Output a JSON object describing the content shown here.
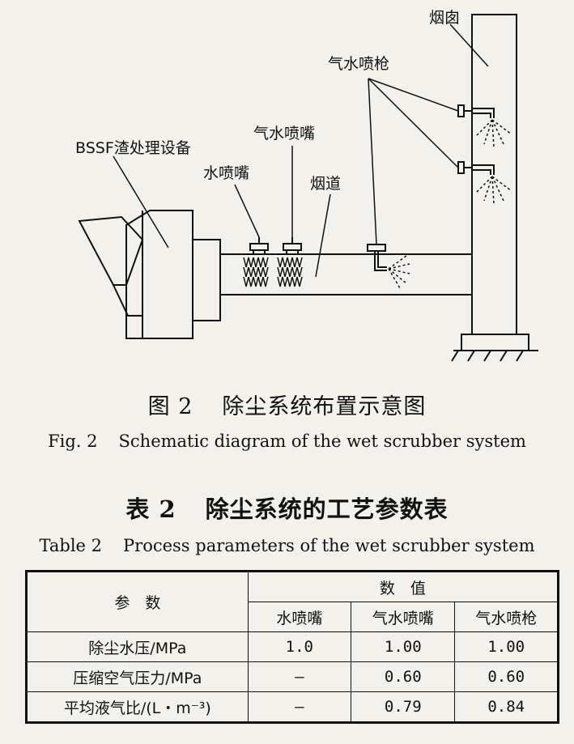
{
  "figure": {
    "labels": {
      "chimney": "烟囱",
      "gas_water_gun": "气水喷枪",
      "gas_water_nozzle": "气水喷嘴",
      "bssf_equipment": "BSSF渣处理设备",
      "water_nozzle": "水喷嘴",
      "flue": "烟道"
    },
    "caption_cn_num": "图 2",
    "caption_cn_text": "除尘系统布置示意图",
    "caption_en_num": "Fig. 2",
    "caption_en_text": "Schematic diagram of the wet scrubber system"
  },
  "table": {
    "title_cn_num": "表 2",
    "title_cn_text": "除尘系统的工艺参数表",
    "title_en_num": "Table 2",
    "title_en_text": "Process parameters of the wet scrubber system",
    "header_param": "参　数",
    "header_values": "数　值",
    "columns": [
      "水喷嘴",
      "气水喷嘴",
      "气水喷枪"
    ],
    "rows": [
      {
        "param": "除尘水压/MPa",
        "values": [
          "1.0",
          "1.00",
          "1.00"
        ]
      },
      {
        "param": "压缩空气压力/MPa",
        "values": [
          "—",
          "0.60",
          "0.60"
        ]
      },
      {
        "param": "平均液气比/(L・m⁻³)",
        "values": [
          "—",
          "0.79",
          "0.84"
        ]
      }
    ]
  }
}
